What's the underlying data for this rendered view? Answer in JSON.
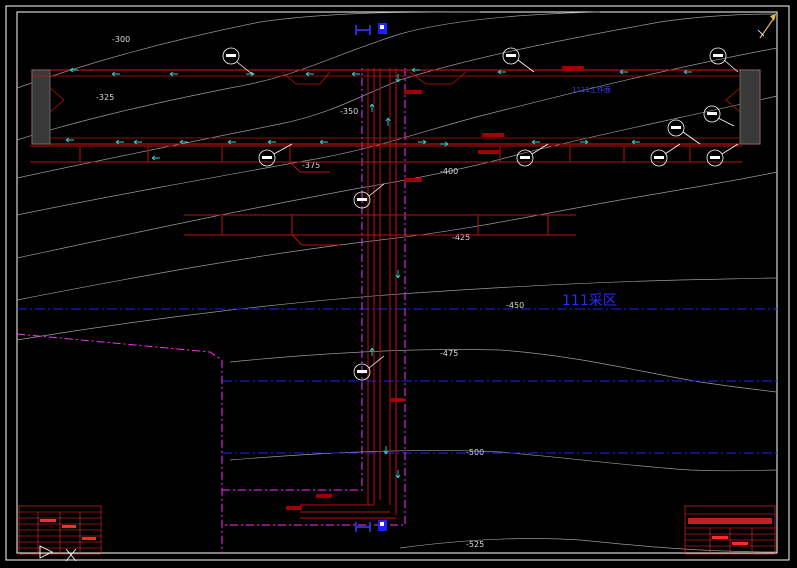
{
  "drawing": {
    "zone_label": "111采区",
    "panel_label": "1111工作面",
    "contours": [
      "-300",
      "-325",
      "-350",
      "-375",
      "-400",
      "-425",
      "-450",
      "-475",
      "-500",
      "-525"
    ],
    "colors": {
      "background": "#000000",
      "frame": "#ffffff",
      "roadway": "#c01010",
      "boundary": "#ff2bff",
      "zone_line": "#2020ff",
      "contour": "#bdbdbd",
      "arrow": "#2ad4d4",
      "title_block": "#ff2b2b"
    },
    "icons": {
      "north_arrow": "north-arrow-icon",
      "ucs": "ucs-icon"
    }
  }
}
